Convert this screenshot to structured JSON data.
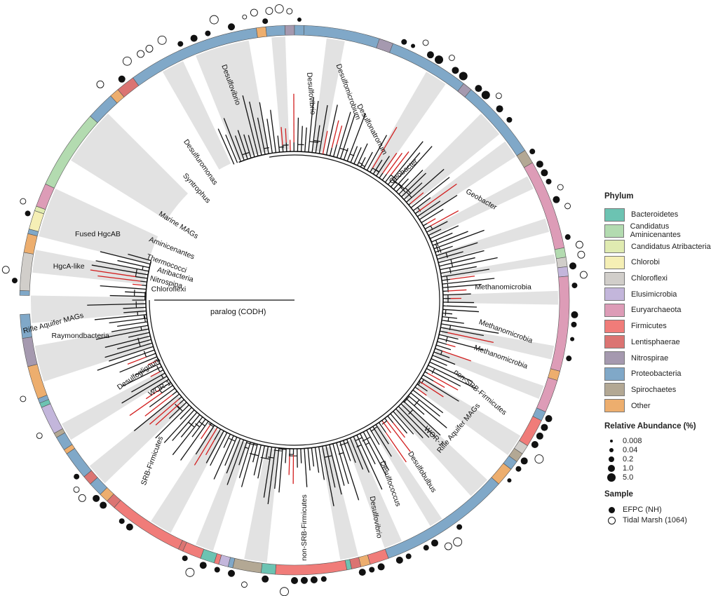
{
  "tree": {
    "paralog_label": "paralog (CODH)",
    "clade_labels": [
      {
        "text": "Desulfovibrio",
        "angle": -107,
        "r": 320,
        "rot": 70
      },
      {
        "text": "Desulfuromonas",
        "angle": -125,
        "r": 238,
        "rot": 55
      },
      {
        "text": "Syntrophus",
        "angle": -132,
        "r": 212,
        "rot": 48
      },
      {
        "text": "Desulfovibrio",
        "angle": -86,
        "r": 295,
        "rot": 85
      },
      {
        "text": "Desulfomicrobium",
        "angle": -76,
        "r": 305,
        "rot": 70
      },
      {
        "text": "Desulfonatronum",
        "angle": -66,
        "r": 265,
        "rot": 62
      },
      {
        "text": "Geobacter",
        "angle": -49,
        "r": 240,
        "rot": -40
      },
      {
        "text": "Geobacter",
        "angle": -28,
        "r": 300,
        "rot": 30
      },
      {
        "text": "Marine MAGs",
        "angle": -148,
        "r": 197,
        "rot": 32
      },
      {
        "text": "Aminicenantes",
        "angle": -158,
        "r": 190,
        "rot": 22
      },
      {
        "text": "Thermococci",
        "angle": -165,
        "r": 190,
        "rot": 20
      },
      {
        "text": "Atribacteria",
        "angle": -169,
        "r": 174,
        "rot": 16
      },
      {
        "text": "Nitrospina",
        "angle": -173,
        "r": 185,
        "rot": 14
      },
      {
        "text": "Chloroflexi",
        "angle": -176,
        "r": 180,
        "rot": 0
      },
      {
        "text": "Fused HgcAB",
        "angle": -162,
        "r": 295,
        "rot": 0
      },
      {
        "text": "HgcA-like",
        "angle": -172,
        "r": 325,
        "rot": 0
      },
      {
        "text": "Methanomicrobia",
        "angle": -3,
        "r": 298,
        "rot": 0
      },
      {
        "text": "Methanomicrobia",
        "angle": 9,
        "r": 304,
        "rot": 20
      },
      {
        "text": "Methanomicrobia",
        "angle": 16,
        "r": 305,
        "rot": 20
      },
      {
        "text": "non-SRB-Firmicutes",
        "angle": 27,
        "r": 295,
        "rot": 40
      },
      {
        "text": "Rifle Aquifer MAGs",
        "angle": 38,
        "r": 300,
        "rot": -50
      },
      {
        "text": "WOR-1",
        "angle": 45,
        "r": 278,
        "rot": 45
      },
      {
        "text": "Desulfobulbus",
        "angle": 54,
        "r": 305,
        "rot": 58
      },
      {
        "text": "Desulfococcus",
        "angle": 63,
        "r": 295,
        "rot": 70
      },
      {
        "text": "Desulfovibrio",
        "angle": 70,
        "r": 330,
        "rot": 80
      },
      {
        "text": "non-SRB-Firmicutes",
        "angle": 87,
        "r": 325,
        "rot": -90
      },
      {
        "text": "SRB-Firmicutes",
        "angle": 131,
        "r": 305,
        "rot": -70
      },
      {
        "text": "WOR-1",
        "angle": 146,
        "r": 230,
        "rot": -30
      },
      {
        "text": "Desulfoglignum",
        "angle": 154,
        "r": 245,
        "rot": -35
      },
      {
        "text": "Raymondbacteria",
        "angle": 170,
        "r": 310,
        "rot": 0
      },
      {
        "text": "Rifle Aquifer MAGs",
        "angle": 174,
        "r": 345,
        "rot": -15
      }
    ]
  },
  "legend": {
    "phylum_title": "Phylum",
    "phyla": [
      {
        "name": "Bacteroidetes",
        "color": "#6CC3B2"
      },
      {
        "name": "Candidatus Aminicenantes",
        "color": "#B3DBB0"
      },
      {
        "name": "Candidatus Atribacteria",
        "color": "#E0EBB1"
      },
      {
        "name": "Chlorobi",
        "color": "#F5EFB5"
      },
      {
        "name": "Chloroflexi",
        "color": "#D1CECA"
      },
      {
        "name": "Elusimicrobia",
        "color": "#C3B6DB"
      },
      {
        "name": "Euryarchaeota",
        "color": "#DD9CB7"
      },
      {
        "name": "Firmicutes",
        "color": "#F07C79"
      },
      {
        "name": "Lentisphaerae",
        "color": "#DB7472"
      },
      {
        "name": "Nitrospirae",
        "color": "#A599AF"
      },
      {
        "name": "Proteobacteria",
        "color": "#80A8C8"
      },
      {
        "name": "Spirochaetes",
        "color": "#B3A894"
      },
      {
        "name": "Other",
        "color": "#EDAE6E"
      }
    ],
    "abundance_title": "Relative Abundance (%)",
    "abundance_levels": [
      {
        "label": "0.008",
        "size": 4
      },
      {
        "label": "0.04",
        "size": 6
      },
      {
        "label": "0.2",
        "size": 8
      },
      {
        "label": "1.0",
        "size": 10
      },
      {
        "label": "5.0",
        "size": 12
      }
    ],
    "sample_title": "Sample",
    "samples": [
      {
        "label": "EFPC (NH)",
        "style": "filled"
      },
      {
        "label": "Tidal Marsh (1064)",
        "style": "open"
      }
    ]
  },
  "ring_segments": [
    {
      "phylum": "Proteobacteria",
      "from": -88,
      "to": -33
    },
    {
      "phylum": "Nitrospirae",
      "from": -72,
      "to": -69
    },
    {
      "phylum": "Nitrospirae",
      "from": -52,
      "to": -50
    },
    {
      "phylum": "Spirochaetes",
      "from": -33,
      "to": -30
    },
    {
      "phylum": "Euryarchaeota",
      "from": -30,
      "to": -11
    },
    {
      "phylum": "Candidatus Aminicenantes",
      "from": -11,
      "to": -9
    },
    {
      "phylum": "Chloroflexi",
      "from": -9,
      "to": -7
    },
    {
      "phylum": "Elusimicrobia",
      "from": -7,
      "to": -5
    },
    {
      "phylum": "Euryarchaeota",
      "from": -5,
      "to": 15
    },
    {
      "phylum": "Other",
      "from": 15,
      "to": 17
    },
    {
      "phylum": "Euryarchaeota",
      "from": 17,
      "to": 24
    },
    {
      "phylum": "Proteobacteria",
      "from": 24,
      "to": 26
    },
    {
      "phylum": "Firmicutes",
      "from": 26,
      "to": 32
    },
    {
      "phylum": "Chloroflexi",
      "from": 32,
      "to": 34
    },
    {
      "phylum": "Spirochaetes",
      "from": 34,
      "to": 36
    },
    {
      "phylum": "Proteobacteria",
      "from": 36,
      "to": 38
    },
    {
      "phylum": "Other",
      "from": 38,
      "to": 42
    },
    {
      "phylum": "Proteobacteria",
      "from": 42,
      "to": 70
    },
    {
      "phylum": "Firmicutes",
      "from": 70,
      "to": 74
    },
    {
      "phylum": "Other",
      "from": 74,
      "to": 76
    },
    {
      "phylum": "Lentisphaerae",
      "from": 76,
      "to": 78
    },
    {
      "phylum": "Bacteroidetes",
      "from": 78,
      "to": 79
    },
    {
      "phylum": "Firmicutes",
      "from": 79,
      "to": 94
    },
    {
      "phylum": "Bacteroidetes",
      "from": 94,
      "to": 97
    },
    {
      "phylum": "Spirochaetes",
      "from": 97,
      "to": 103
    },
    {
      "phylum": "Proteobacteria",
      "from": 103,
      "to": 104
    },
    {
      "phylum": "Elusimicrobia",
      "from": 104,
      "to": 106
    },
    {
      "phylum": "Firmicutes",
      "from": 106,
      "to": 107
    },
    {
      "phylum": "Bacteroidetes",
      "from": 107,
      "to": 110
    },
    {
      "phylum": "Firmicutes",
      "from": 110,
      "to": 114
    },
    {
      "phylum": "Lentisphaerae",
      "from": 114,
      "to": 115
    },
    {
      "phylum": "Firmicutes",
      "from": 115,
      "to": 131
    },
    {
      "phylum": "Lentisphaerae",
      "from": 131,
      "to": 133
    },
    {
      "phylum": "Other",
      "from": 133,
      "to": 135
    },
    {
      "phylum": "Proteobacteria",
      "from": 135,
      "to": 138
    },
    {
      "phylum": "Lentisphaerae",
      "from": 138,
      "to": 140
    },
    {
      "phylum": "Proteobacteria",
      "from": 140,
      "to": 146
    },
    {
      "phylum": "Other",
      "from": 146,
      "to": 147
    },
    {
      "phylum": "Proteobacteria",
      "from": 147,
      "to": 150
    },
    {
      "phylum": "Spirochaetes",
      "from": 150,
      "to": 151
    },
    {
      "phylum": "Elusimicrobia",
      "from": 151,
      "to": 157
    },
    {
      "phylum": "Bacteroidetes",
      "from": 157,
      "to": 158
    },
    {
      "phylum": "Proteobacteria",
      "from": 158,
      "to": 159
    },
    {
      "phylum": "Other",
      "from": 159,
      "to": 166
    },
    {
      "phylum": "Nitrospirae",
      "from": 166,
      "to": 172
    },
    {
      "phylum": "Proteobacteria",
      "from": 172,
      "to": 177
    },
    {
      "phylum": "Proteobacteria",
      "from": 181,
      "to": 182
    },
    {
      "phylum": "Chloroflexi",
      "from": 182,
      "to": 190
    },
    {
      "phylum": "Other",
      "from": 190,
      "to": 194
    },
    {
      "phylum": "Proteobacteria",
      "from": 194,
      "to": 195
    },
    {
      "phylum": "Chlorobi",
      "from": 195,
      "to": 199
    },
    {
      "phylum": "Candidatus Atribacteria",
      "from": 199,
      "to": 200
    },
    {
      "phylum": "Euryarchaeota",
      "from": 200,
      "to": 205
    },
    {
      "phylum": "Candidatus Aminicenantes",
      "from": 205,
      "to": 222
    },
    {
      "phylum": "Proteobacteria",
      "from": 222,
      "to": 228
    },
    {
      "phylum": "Other",
      "from": 228,
      "to": 230
    },
    {
      "phylum": "Lentisphaerae",
      "from": 230,
      "to": 234
    },
    {
      "phylum": "Proteobacteria",
      "from": 234,
      "to": 262
    },
    {
      "phylum": "Other",
      "from": 262,
      "to": 264
    },
    {
      "phylum": "Proteobacteria",
      "from": 264,
      "to": 268
    },
    {
      "phylum": "Nitrospirae",
      "from": 268,
      "to": 270
    },
    {
      "phylum": "Proteobacteria",
      "from": 270,
      "to": 272
    }
  ],
  "abundance_circles": [
    {
      "angle": -100,
      "level": 2,
      "sample": "open"
    },
    {
      "angle": -98,
      "level": 4,
      "sample": "open"
    },
    {
      "angle": -96,
      "level": 3,
      "sample": "filled"
    },
    {
      "angle": -95,
      "level": 4,
      "sample": "open"
    },
    {
      "angle": -93,
      "level": 5,
      "sample": "open"
    },
    {
      "angle": -91,
      "level": 3,
      "sample": "open"
    },
    {
      "angle": -89,
      "level": 2,
      "sample": "filled"
    },
    {
      "angle": -67,
      "level": 3,
      "sample": "filled"
    },
    {
      "angle": -65,
      "level": 2,
      "sample": "filled"
    },
    {
      "angle": -63,
      "level": 3,
      "sample": "open"
    },
    {
      "angle": -61,
      "level": 4,
      "sample": "filled"
    },
    {
      "angle": -59,
      "level": 5,
      "sample": "filled"
    },
    {
      "angle": -57,
      "level": 3,
      "sample": "open"
    },
    {
      "angle": -55,
      "level": 4,
      "sample": "filled"
    },
    {
      "angle": -53,
      "level": 5,
      "sample": "filled"
    },
    {
      "angle": -49,
      "level": 4,
      "sample": "filled"
    },
    {
      "angle": -47,
      "level": 5,
      "sample": "filled"
    },
    {
      "angle": -45,
      "level": 3,
      "sample": "open"
    },
    {
      "angle": -43,
      "level": 4,
      "sample": "filled"
    },
    {
      "angle": -40,
      "level": 3,
      "sample": "filled"
    },
    {
      "angle": -32,
      "level": 3,
      "sample": "filled"
    },
    {
      "angle": -29,
      "level": 4,
      "sample": "filled"
    },
    {
      "angle": -27,
      "level": 4,
      "sample": "filled"
    },
    {
      "angle": -25,
      "level": 3,
      "sample": "filled"
    },
    {
      "angle": -23,
      "level": 3,
      "sample": "open"
    },
    {
      "angle": -21,
      "level": 4,
      "sample": "filled"
    },
    {
      "angle": -19,
      "level": 3,
      "sample": "open"
    },
    {
      "angle": -13,
      "level": 3,
      "sample": "filled"
    },
    {
      "angle": -11,
      "level": 4,
      "sample": "open"
    },
    {
      "angle": -9,
      "level": 4,
      "sample": "open"
    },
    {
      "angle": -7,
      "level": 4,
      "sample": "filled"
    },
    {
      "angle": -5,
      "level": 4,
      "sample": "open"
    },
    {
      "angle": -3,
      "level": 3,
      "sample": "filled"
    },
    {
      "angle": 3,
      "level": 4,
      "sample": "filled"
    },
    {
      "angle": 5,
      "level": 3,
      "sample": "filled"
    },
    {
      "angle": 8,
      "level": 2,
      "sample": "filled"
    },
    {
      "angle": 12,
      "level": 3,
      "sample": "filled"
    },
    {
      "angle": 25,
      "level": 4,
      "sample": "filled"
    },
    {
      "angle": 27,
      "level": 4,
      "sample": "filled"
    },
    {
      "angle": 29,
      "level": 4,
      "sample": "filled"
    },
    {
      "angle": 31,
      "level": 4,
      "sample": "filled"
    },
    {
      "angle": 33,
      "level": 5,
      "sample": "open"
    },
    {
      "angle": 35,
      "level": 4,
      "sample": "filled"
    },
    {
      "angle": 37,
      "level": 3,
      "sample": "filled"
    },
    {
      "angle": 40,
      "level": 2,
      "sample": "filled"
    },
    {
      "angle": 54,
      "level": 3,
      "sample": "filled"
    },
    {
      "angle": 56,
      "level": 5,
      "sample": "open"
    },
    {
      "angle": 58,
      "level": 4,
      "sample": "open"
    },
    {
      "angle": 60,
      "level": 4,
      "sample": "filled"
    },
    {
      "angle": 62,
      "level": 3,
      "sample": "filled"
    },
    {
      "angle": 66,
      "level": 3,
      "sample": "filled"
    },
    {
      "angle": 68,
      "level": 4,
      "sample": "filled"
    },
    {
      "angle": 72,
      "level": 4,
      "sample": "filled"
    },
    {
      "angle": 74,
      "level": 3,
      "sample": "filled"
    },
    {
      "angle": 76,
      "level": 4,
      "sample": "filled"
    },
    {
      "angle": 84,
      "level": 3,
      "sample": "filled"
    },
    {
      "angle": 86,
      "level": 4,
      "sample": "filled"
    },
    {
      "angle": 88,
      "level": 4,
      "sample": "filled"
    },
    {
      "angle": 90,
      "level": 4,
      "sample": "filled"
    },
    {
      "angle": 92,
      "level": 5,
      "sample": "open"
    },
    {
      "angle": 96,
      "level": 4,
      "sample": "filled"
    },
    {
      "angle": 100,
      "level": 3,
      "sample": "open"
    },
    {
      "angle": 103,
      "level": 4,
      "sample": "filled"
    },
    {
      "angle": 106,
      "level": 3,
      "sample": "filled"
    },
    {
      "angle": 109,
      "level": 4,
      "sample": "filled"
    },
    {
      "angle": 111,
      "level": 5,
      "sample": "open"
    },
    {
      "angle": 113,
      "level": 3,
      "sample": "filled"
    },
    {
      "angle": 126,
      "level": 4,
      "sample": "filled"
    },
    {
      "angle": 128,
      "level": 3,
      "sample": "filled"
    },
    {
      "angle": 133,
      "level": 4,
      "sample": "filled"
    },
    {
      "angle": 135,
      "level": 4,
      "sample": "filled"
    },
    {
      "angle": 137,
      "level": 4,
      "sample": "open"
    },
    {
      "angle": 139,
      "level": 3,
      "sample": "open"
    },
    {
      "angle": 141,
      "level": 3,
      "sample": "filled"
    },
    {
      "angle": 152,
      "level": 3,
      "sample": "open"
    },
    {
      "angle": 160,
      "level": 3,
      "sample": "open"
    },
    {
      "angle": 184,
      "level": 3,
      "sample": "filled"
    },
    {
      "angle": 186,
      "level": 4,
      "sample": "open"
    },
    {
      "angle": 198,
      "level": 3,
      "sample": "filled"
    },
    {
      "angle": 200,
      "level": 3,
      "sample": "open"
    },
    {
      "angle": 228,
      "level": 4,
      "sample": "open"
    },
    {
      "angle": 232,
      "level": 4,
      "sample": "filled"
    },
    {
      "angle": 235,
      "level": 5,
      "sample": "open"
    },
    {
      "angle": 238,
      "level": 4,
      "sample": "open"
    },
    {
      "angle": 240,
      "level": 4,
      "sample": "open"
    },
    {
      "angle": 243,
      "level": 5,
      "sample": "open"
    },
    {
      "angle": 246,
      "level": 3,
      "sample": "filled"
    },
    {
      "angle": 249,
      "level": 4,
      "sample": "filled"
    },
    {
      "angle": 252,
      "level": 3,
      "sample": "filled"
    },
    {
      "angle": 254,
      "level": 5,
      "sample": "open"
    },
    {
      "angle": 257,
      "level": 4,
      "sample": "filled"
    }
  ]
}
